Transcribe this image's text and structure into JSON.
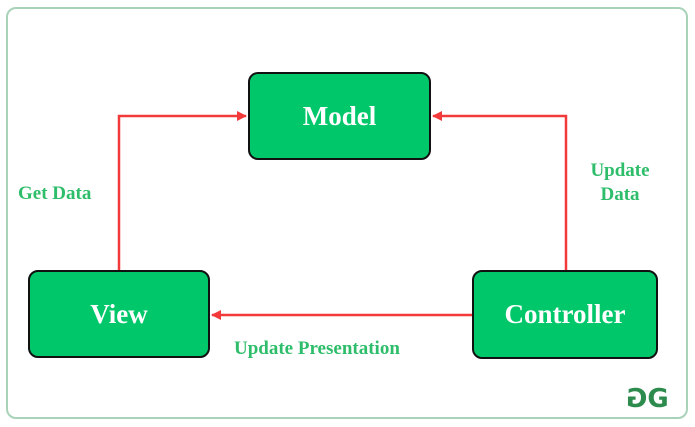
{
  "nodes": {
    "model": "Model",
    "view": "View",
    "controller": "Controller"
  },
  "edges": {
    "get_data": "Get Data",
    "update_data_line1": "Update",
    "update_data_line2": "Data",
    "update_presentation": "Update Presentation"
  },
  "colors": {
    "box_fill": "#00c86a",
    "arrow": "#f23a3a",
    "label": "#2ebd6a",
    "frame": "#a9d3b8"
  },
  "logo": {
    "text": "GG",
    "icon": "geeksforgeeks-logo-icon"
  }
}
